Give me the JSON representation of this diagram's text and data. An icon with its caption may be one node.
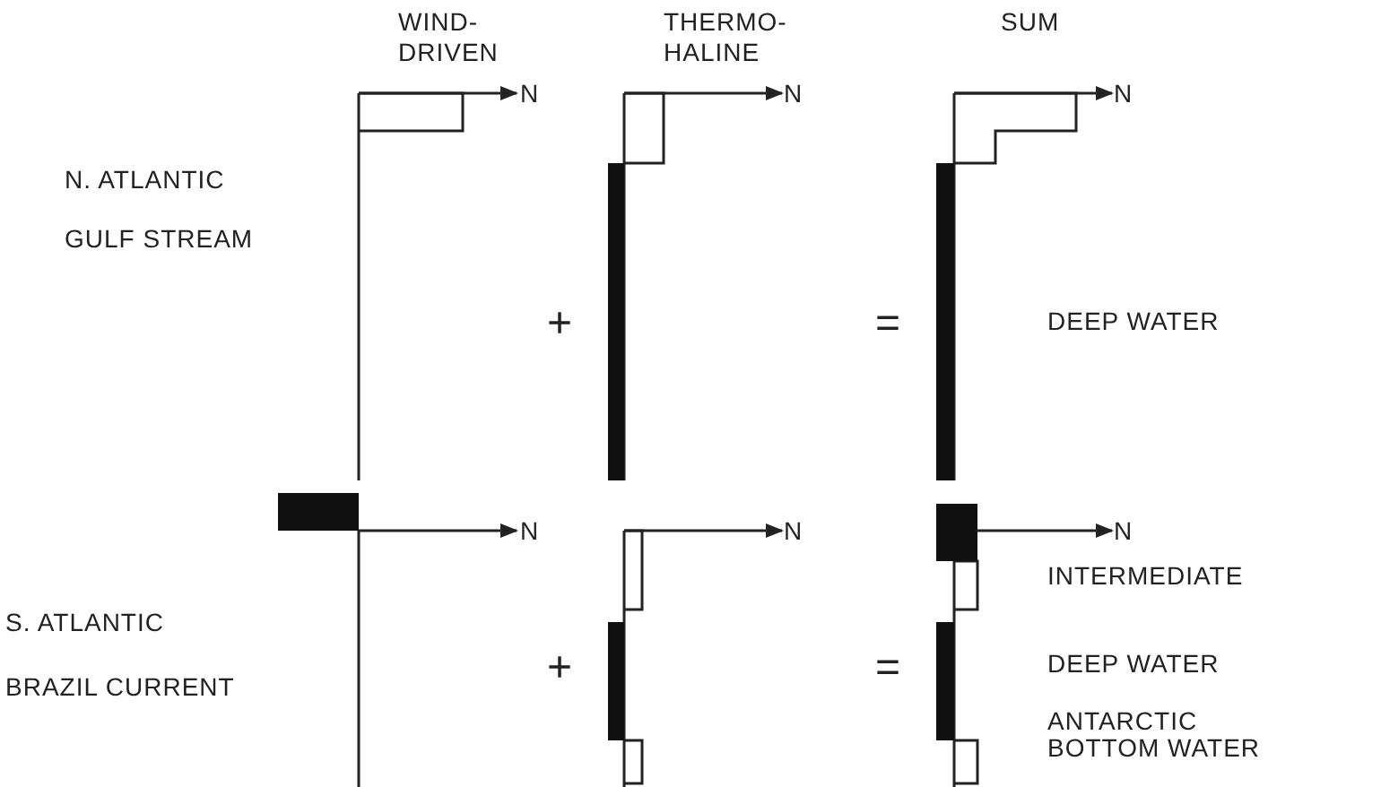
{
  "diagram": {
    "labels": [
      "WIND- DRIVEN",
      "THERMO- HALINE",
      "SUM",
      "N",
      "N",
      "N",
      "N. ATLANTIC GULF STREAM",
      "+",
      "=",
      "DEEP WATER",
      "N",
      "N",
      "N",
      "INTERMEDIATE",
      "S. ATLANTIC BRAZIL CURRENT",
      "+",
      "=",
      "DEEP WATER",
      "ANTARCTIC BOTTOM WATER"
    ]
  }
}
